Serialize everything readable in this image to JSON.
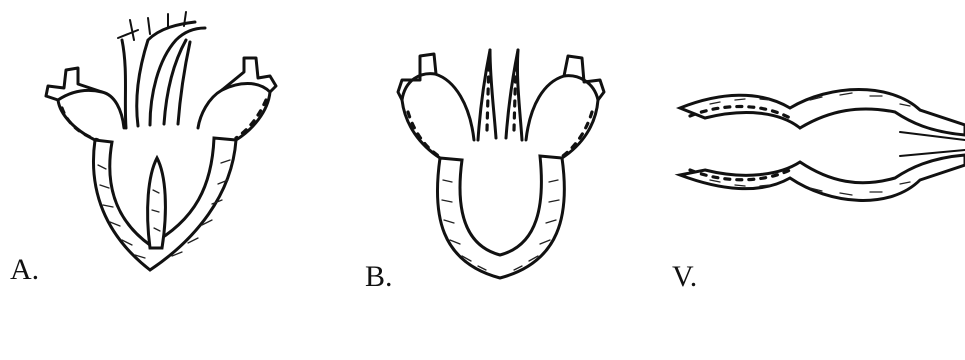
{
  "labels": {
    "panel_a": "A.",
    "panel_b": "B.",
    "panel_v": "V."
  },
  "colors": {
    "ink": "#111111",
    "background": "#ffffff"
  }
}
